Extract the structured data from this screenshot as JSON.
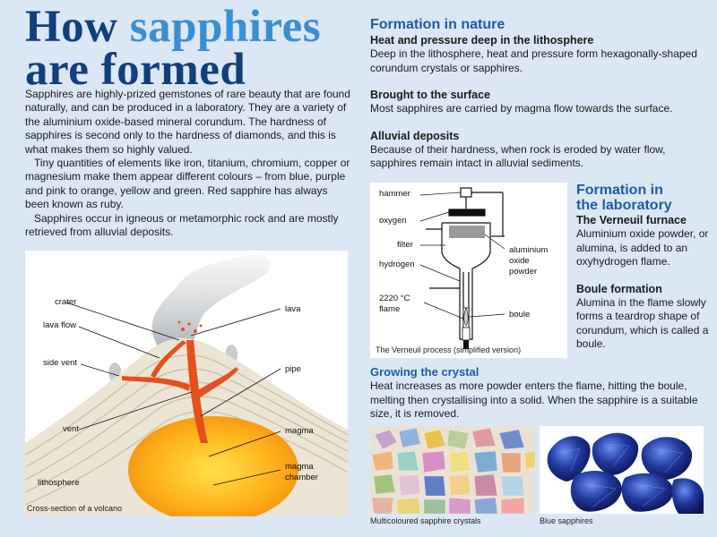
{
  "title": {
    "line1_a": "How ",
    "line1_b": "sapphires",
    "line2": "are formed"
  },
  "intro": {
    "p1": "Sapphires are highly-prized gemstones of rare beauty that are found naturally, and can be produced in a laboratory. They are a variety of the aluminium oxide-based mineral corundum. The hardness of sapphires is second only to the hardness of diamonds, and this is what makes them so highly valued.",
    "p2": "Tiny quantities of elements like iron, titanium, chromium, copper or magnesium make them appear different colours – from blue, purple and pink to orange, yellow and green. Red sapphire has always been known as ruby.",
    "p3": "Sapphires occur in igneous or metamorphic rock and are mostly retrieved from alluvial deposits."
  },
  "volcano": {
    "labels": {
      "crater": "crater",
      "lava_flow": "lava flow",
      "side_vent": "side vent",
      "vent": "vent",
      "lithosphere": "lithosphere",
      "lava": "lava",
      "pipe": "pipe",
      "magma": "magma",
      "magma_chamber_1": "magma",
      "magma_chamber_2": "chamber"
    },
    "caption": "Cross-section of a volcano"
  },
  "nature": {
    "heading": "Formation in nature",
    "s1_title": "Heat and pressure deep in the lithosphere",
    "s1_text": "Deep in the lithosphere, heat and pressure form hexagonally-shaped corundum crystals or sapphires.",
    "s2_title": "Brought to the surface",
    "s2_text": "Most sapphires are carried by magma flow towards the surface.",
    "s3_title": "Alluvial deposits",
    "s3_text": "Because of their hardness, when rock is eroded by water flow, sapphires remain intact in alluvial sediments."
  },
  "verneuil": {
    "labels": {
      "hammer": "hammer",
      "oxygen": "oxygen",
      "filter": "filter",
      "hydrogen": "hydrogen",
      "temp": "2220 °C",
      "flame": "flame",
      "powder_1": "aluminium",
      "powder_2": "oxide",
      "powder_3": "powder",
      "boule": "boule"
    },
    "caption": "The Verneuil process (simplified version)"
  },
  "lab": {
    "heading_1": "Formation in",
    "heading_2": "the laboratory",
    "s1_title": "The Verneuil furnace",
    "s1_text": "Aluminium oxide powder, or alumina, is added to an oxyhydrogen flame.",
    "s2_title": "Boule formation",
    "s2_text": "Alumina in the flame slowly forms a teardrop shape of corundum, which is called a boule."
  },
  "growing": {
    "title": "Growing the crystal",
    "text": "Heat increases as more powder enters the flame, hitting the boule, melting then crystallising into a solid. When the sapphire is a suitable size, it is removed."
  },
  "photos": {
    "caption_1": "Multicoloured sapphire crystals",
    "caption_2": "Blue sapphires"
  }
}
